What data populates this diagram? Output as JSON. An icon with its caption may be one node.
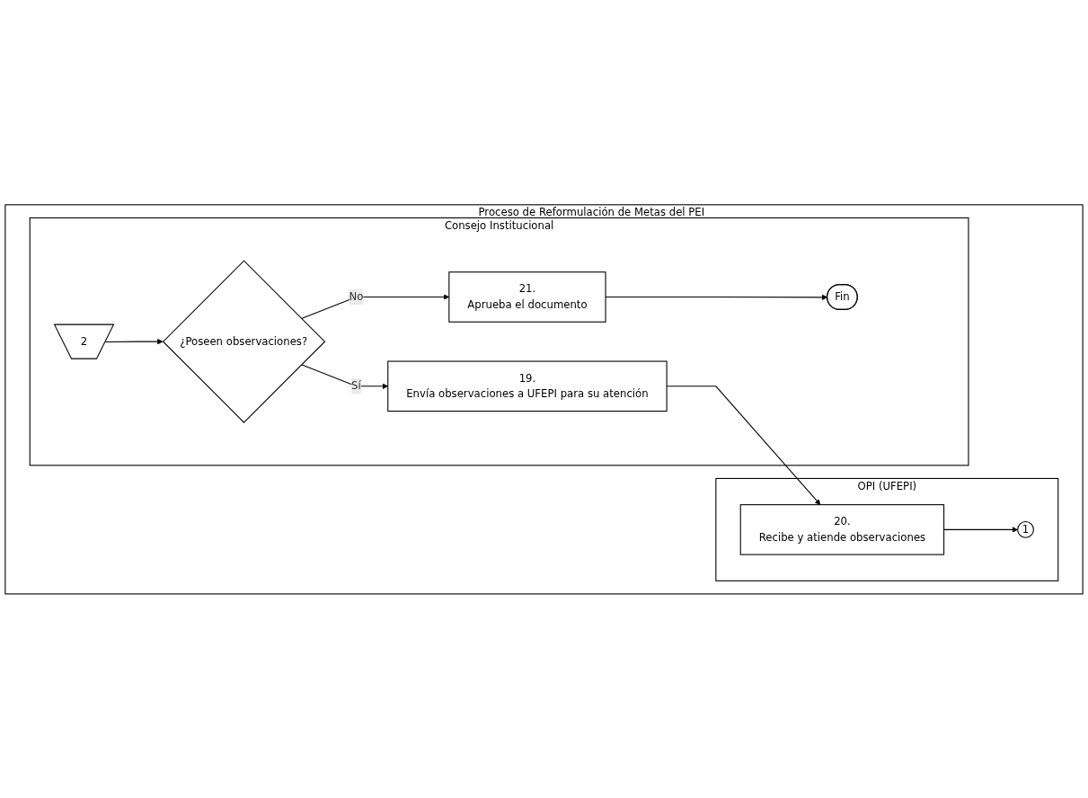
{
  "diagram": {
    "nodes": [
      {
        "text": [
          "Proceso de Reformulación de Metas del PEI"
        ]
      },
      {
        "text": [
          "OPI (UFEPI)"
        ],
        "in": 0
      },
      {
        "text": [
          "Consejo Institucional"
        ],
        "in": 0
      },
      {
        "text": [
          "2"
        ],
        "in": 2
      },
      {
        "text": [
          "¿Poseen observaciones?"
        ],
        "in": 2
      },
      {
        "text": [
          "19.",
          "Envía observaciones a UFEPI para su atención"
        ],
        "in": 2
      },
      {
        "text": [
          "21.",
          "Aprueba el documento"
        ],
        "in": 2
      },
      {
        "text": [
          "Fin"
        ],
        "in": 2
      },
      {
        "text": [
          "20.",
          "Recibe y atiende observaciones"
        ],
        "in": 1
      },
      {
        "text": [
          "1"
        ],
        "in": 1
      }
    ],
    "edges": [
      {
        "from": 3,
        "to": 4,
        "arrow": "to"
      },
      {
        "from": 4,
        "to": 5,
        "label": "Sí",
        "arrow": "to"
      },
      {
        "from": 4,
        "to": 6,
        "label": "No",
        "arrow": "to"
      },
      {
        "from": 5,
        "to": 8,
        "arrow": "to"
      },
      {
        "from": 6,
        "to": 7,
        "arrow": "to"
      },
      {
        "from": 8,
        "to": 9,
        "arrow": "to"
      }
    ]
  }
}
